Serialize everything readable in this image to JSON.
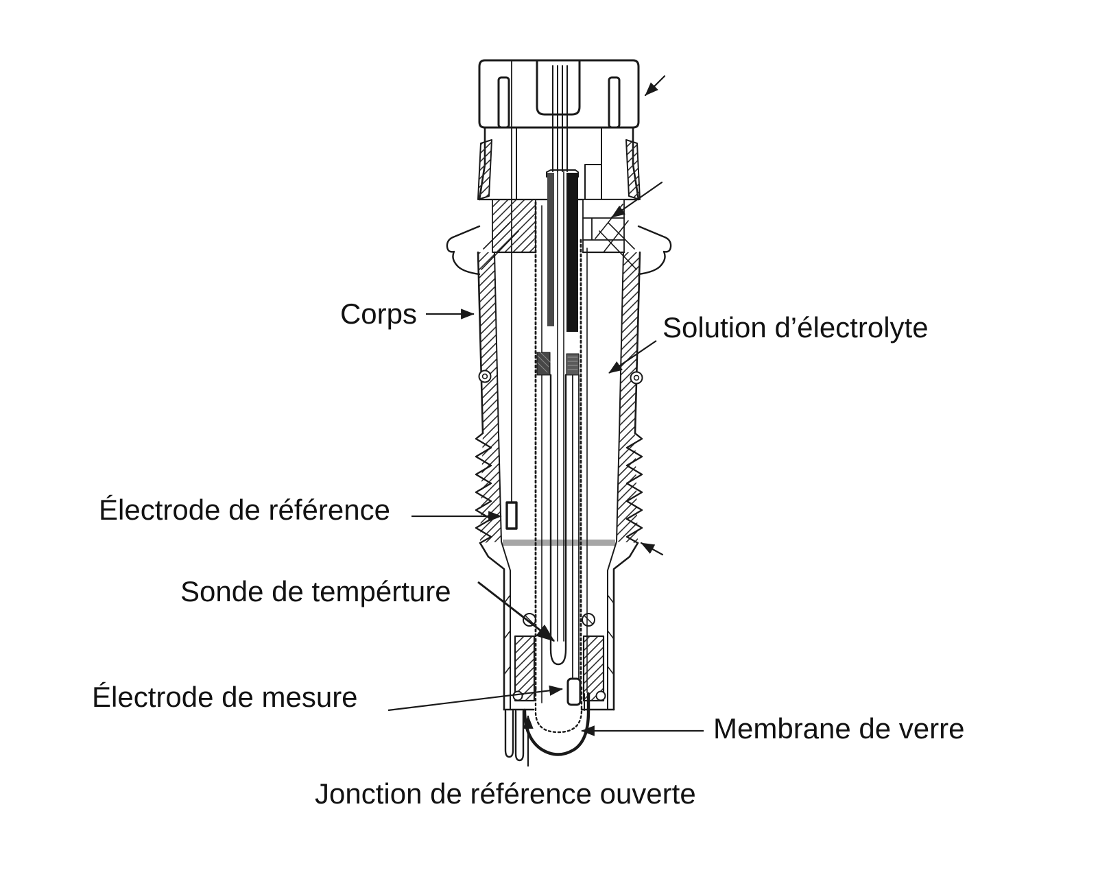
{
  "diagram": {
    "title": "pH electrode cross-section diagram",
    "background": "#ffffff",
    "colors": {
      "outline": "#1a1a1a",
      "rod_dark": "#161616",
      "rod_medium": "#4a4a4a",
      "seal_left": "#474747",
      "seal_right": "#5a5a5a",
      "shoulder_band": "#a6a6a6",
      "fill_white": "#ffffff"
    },
    "labels": {
      "corps": "Corps",
      "solution": "Solution d’électrolyte",
      "reference": "Électrode de référence",
      "sonde": "Sonde de tempérture",
      "mesure": "Électrode de mesure",
      "membrane": "Membrane de verre",
      "jonction": "Jonction de référence ouverte"
    }
  }
}
